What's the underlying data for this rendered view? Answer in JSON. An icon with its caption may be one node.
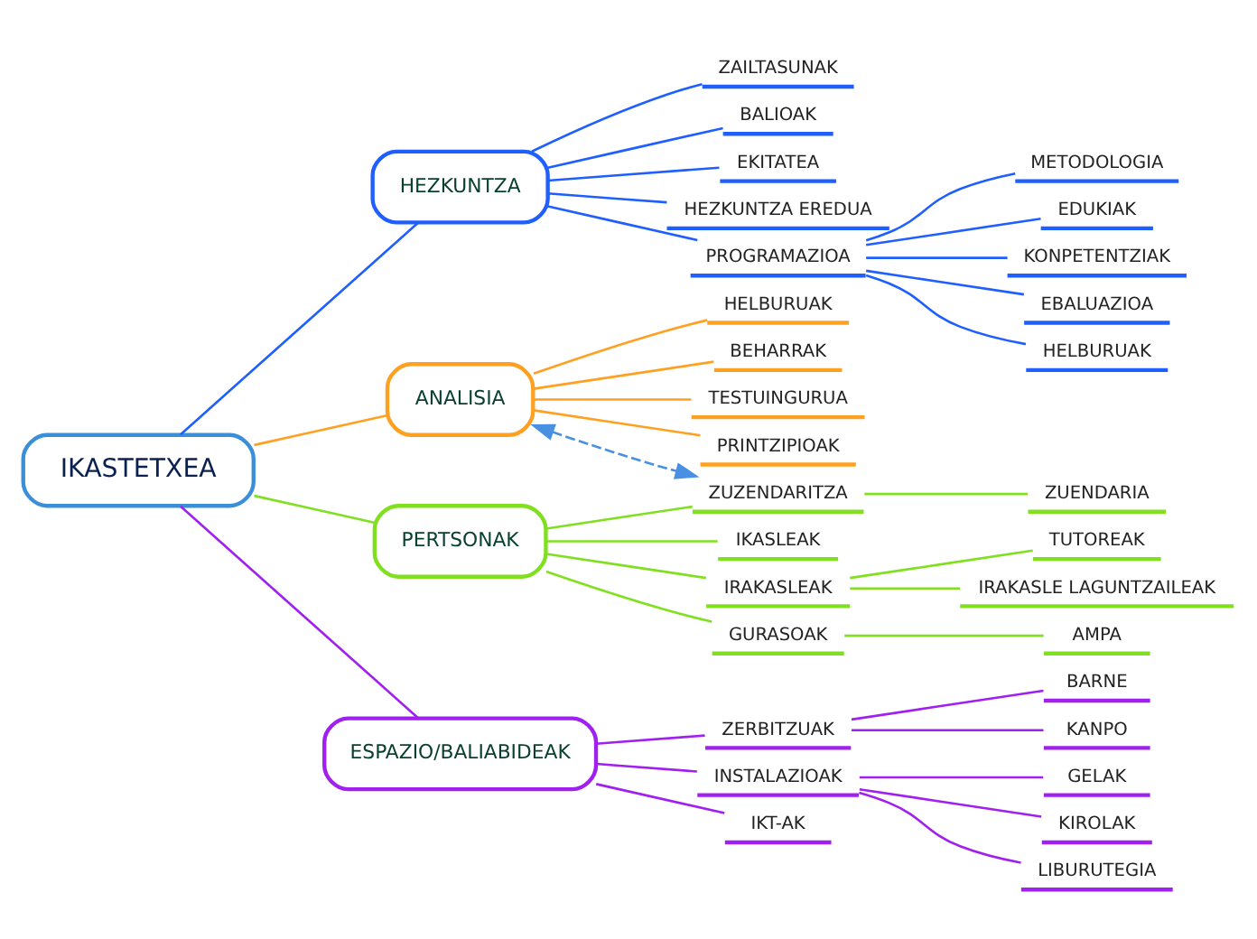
{
  "diagram": {
    "nodes": [
      {
        "text": [
          "IKASTETXEA"
        ]
      },
      {
        "text": [
          "HEZKUNTZA"
        ]
      },
      {
        "text": [
          "ZAILTASUNAK"
        ]
      },
      {
        "text": [
          "BALIOAK"
        ]
      },
      {
        "text": [
          "EKITATEA"
        ]
      },
      {
        "text": [
          "HEZKUNTZA EREDUA"
        ]
      },
      {
        "text": [
          "PROGRAMAZIOA"
        ]
      },
      {
        "text": [
          "METODOLOGIA"
        ]
      },
      {
        "text": [
          "EDUKIAK"
        ]
      },
      {
        "text": [
          "KONPETENTZIAK"
        ]
      },
      {
        "text": [
          "EBALUAZIOA"
        ]
      },
      {
        "text": [
          "HELBURUAK"
        ]
      },
      {
        "text": [
          "ANALISIA"
        ]
      },
      {
        "text": [
          "HELBURUAK"
        ]
      },
      {
        "text": [
          "BEHARRAK"
        ]
      },
      {
        "text": [
          "TESTUINGURUA"
        ]
      },
      {
        "text": [
          "PRINTZIPIOAK"
        ]
      },
      {
        "text": [
          "PERTSONAK"
        ]
      },
      {
        "text": [
          "IKASLEAK"
        ]
      },
      {
        "text": [
          "ZUZENDARITZA"
        ]
      },
      {
        "text": [
          "ZUENDARIA"
        ]
      },
      {
        "text": [
          "IRAKASLEAK"
        ]
      },
      {
        "text": [
          "TUTOREAK"
        ]
      },
      {
        "text": [
          "IRAKASLE LAGUNTZAILEAK"
        ]
      },
      {
        "text": [
          "GURASOAK"
        ]
      },
      {
        "text": [
          "AMPA"
        ]
      },
      {
        "text": [
          "ESPAZIO/BALIABIDEAK"
        ]
      },
      {
        "text": [
          "ZERBITZUAK"
        ]
      },
      {
        "text": [
          "BARNE"
        ]
      },
      {
        "text": [
          "KANPO"
        ]
      },
      {
        "text": [
          "INSTALAZIOAK"
        ]
      },
      {
        "text": [
          "GELAK"
        ]
      },
      {
        "text": [
          "KIROLAK"
        ]
      },
      {
        "text": [
          "LIBURUTEGIA"
        ]
      },
      {
        "text": [
          "IKT-AK"
        ]
      }
    ],
    "edges": [
      {
        "from": 0,
        "to": 1,
        "arrow": "none",
        "color": "#1f5fff"
      },
      {
        "from": 1,
        "to": 2,
        "arrow": "none",
        "color": "#1f5fff"
      },
      {
        "from": 1,
        "to": 3,
        "arrow": "none",
        "color": "#1f5fff"
      },
      {
        "from": 1,
        "to": 4,
        "arrow": "none",
        "color": "#1f5fff"
      },
      {
        "from": 1,
        "to": 5,
        "arrow": "none",
        "color": "#1f5fff"
      },
      {
        "from": 1,
        "to": 6,
        "arrow": "none",
        "color": "#1f5fff"
      },
      {
        "from": 6,
        "to": 7,
        "arrow": "none",
        "color": "#1f5fff"
      },
      {
        "from": 6,
        "to": 8,
        "arrow": "none",
        "color": "#1f5fff"
      },
      {
        "from": 6,
        "to": 9,
        "arrow": "none",
        "color": "#1f5fff"
      },
      {
        "from": 6,
        "to": 10,
        "arrow": "none",
        "color": "#1f5fff"
      },
      {
        "from": 6,
        "to": 11,
        "arrow": "none",
        "color": "#1f5fff"
      },
      {
        "from": 0,
        "to": 12,
        "arrow": "none",
        "color": "#ffa020"
      },
      {
        "from": 12,
        "to": 13,
        "arrow": "none",
        "color": "#ffa020"
      },
      {
        "from": 12,
        "to": 14,
        "arrow": "none",
        "color": "#ffa020"
      },
      {
        "from": 12,
        "to": 15,
        "arrow": "none",
        "color": "#ffa020"
      },
      {
        "from": 12,
        "to": 16,
        "arrow": "none",
        "color": "#ffa020"
      },
      {
        "from": 0,
        "to": 17,
        "arrow": "none",
        "color": "#80e020"
      },
      {
        "from": 17,
        "to": 18,
        "arrow": "none",
        "color": "#80e020"
      },
      {
        "from": 17,
        "to": 19,
        "arrow": "none",
        "color": "#80e020"
      },
      {
        "from": 19,
        "to": 20,
        "arrow": "none",
        "color": "#80e020"
      },
      {
        "from": 17,
        "to": 21,
        "arrow": "none",
        "color": "#80e020"
      },
      {
        "from": 21,
        "to": 22,
        "arrow": "none",
        "color": "#80e020"
      },
      {
        "from": 21,
        "to": 23,
        "arrow": "none",
        "color": "#80e020"
      },
      {
        "from": 17,
        "to": 24,
        "arrow": "none",
        "color": "#80e020"
      },
      {
        "from": 24,
        "to": 25,
        "arrow": "none",
        "color": "#80e020"
      },
      {
        "from": 0,
        "to": 26,
        "arrow": "none",
        "color": "#a020f0"
      },
      {
        "from": 26,
        "to": 27,
        "arrow": "none",
        "color": "#a020f0"
      },
      {
        "from": 27,
        "to": 28,
        "arrow": "none",
        "color": "#a020f0"
      },
      {
        "from": 27,
        "to": 29,
        "arrow": "none",
        "color": "#a020f0"
      },
      {
        "from": 26,
        "to": 30,
        "arrow": "none",
        "color": "#a020f0"
      },
      {
        "from": 30,
        "to": 31,
        "arrow": "none",
        "color": "#a020f0"
      },
      {
        "from": 30,
        "to": 32,
        "arrow": "none",
        "color": "#a020f0"
      },
      {
        "from": 30,
        "to": 33,
        "arrow": "none",
        "color": "#a020f0"
      },
      {
        "from": 26,
        "to": 34,
        "arrow": "none",
        "color": "#a020f0"
      },
      {
        "from": 12,
        "to": 19,
        "arrow": "both",
        "style": "dashed",
        "color": "#4a90e2"
      }
    ]
  }
}
